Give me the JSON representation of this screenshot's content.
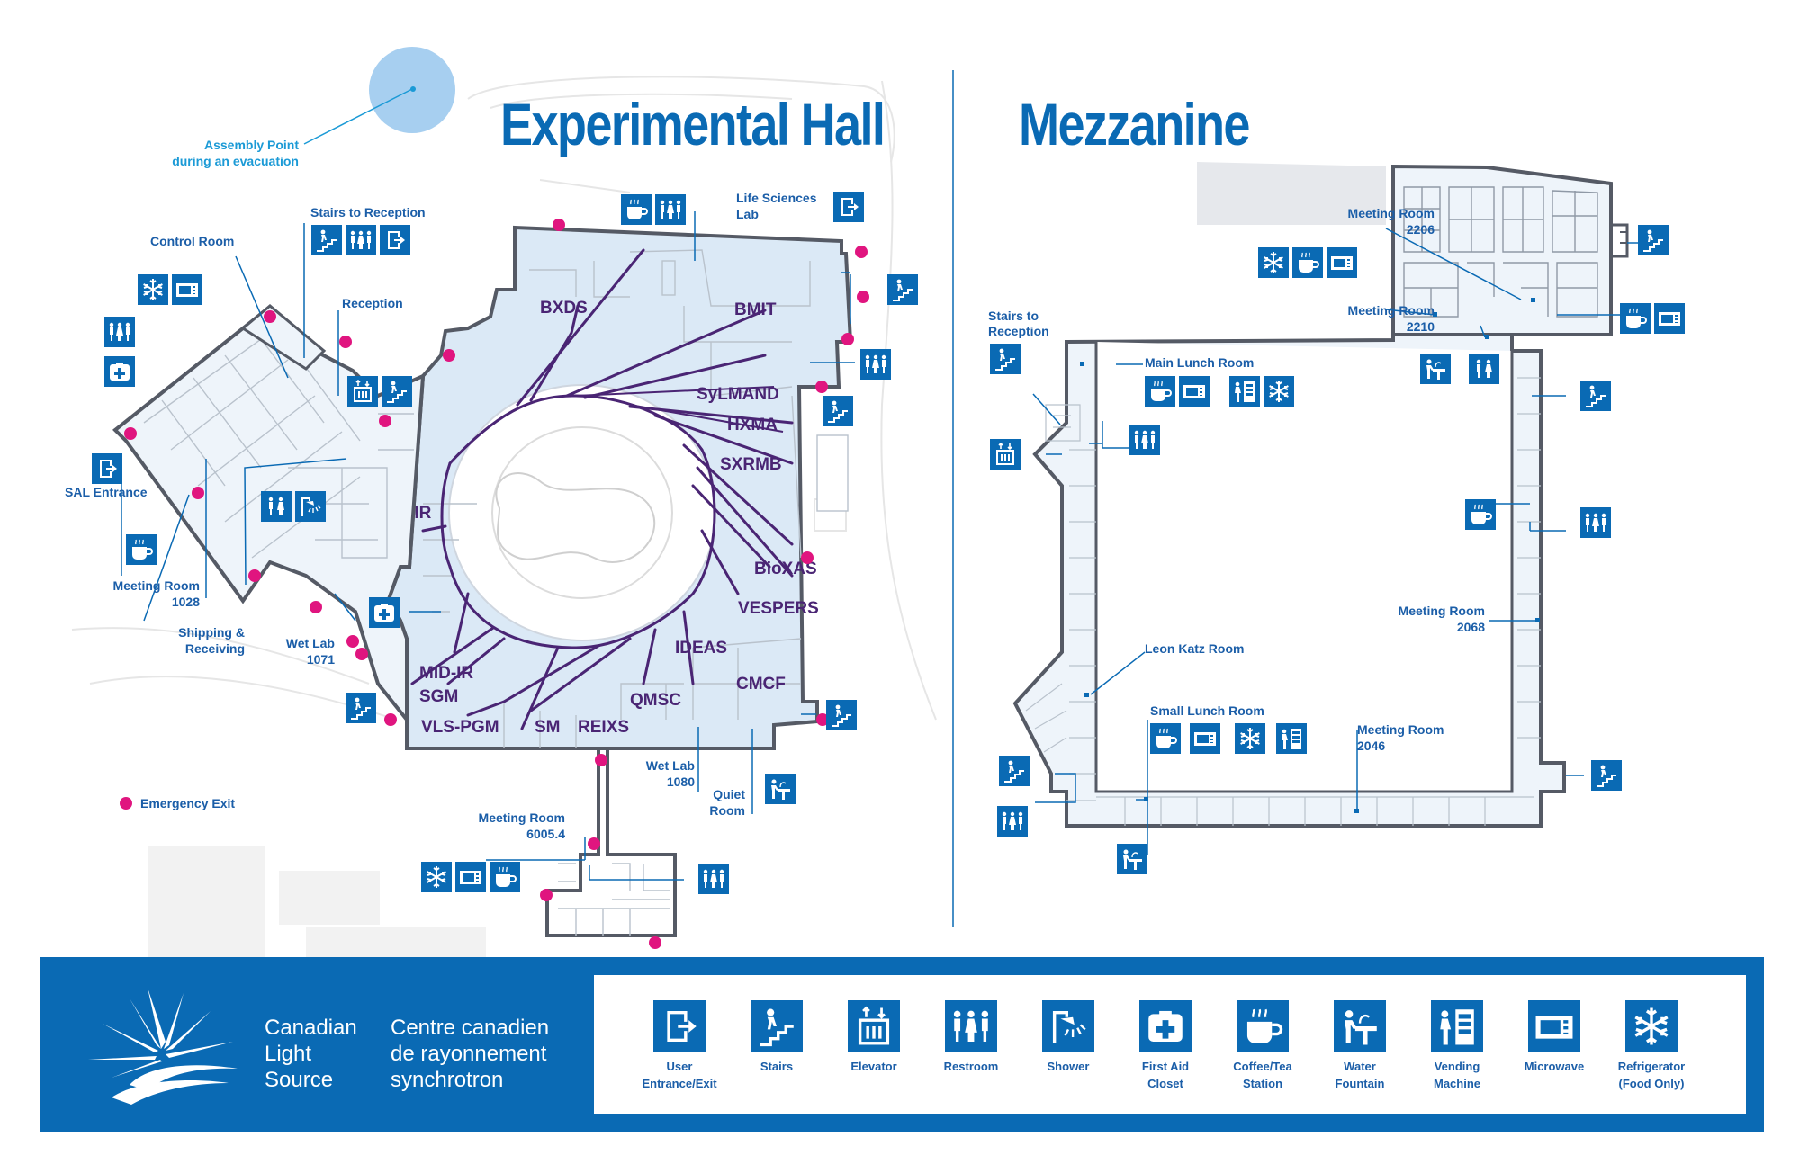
{
  "titles": {
    "hall": "Experimental Hall",
    "mezzanine": "Mezzanine"
  },
  "assembly": {
    "line1": "Assembly Point",
    "line2": "during an evacuation"
  },
  "hall_labels": {
    "stairs_to_reception": "Stairs to Reception",
    "control_room": "Control Room",
    "reception": "Reception",
    "life_sciences_1": "Life Sciences",
    "life_sciences_2": "Lab",
    "sal_entrance": "SAL Entrance",
    "meeting_1028_a": "Meeting Room",
    "meeting_1028_b": "1028",
    "shipping_a": "Shipping &",
    "shipping_b": "Receiving",
    "wet_1071_a": "Wet Lab",
    "wet_1071_b": "1071",
    "wet_1080_a": "Wet Lab",
    "wet_1080_b": "1080",
    "quiet_a": "Quiet",
    "quiet_b": "Room",
    "meeting_6005_a": "Meeting Room",
    "meeting_6005_b": "6005.4",
    "emergency_exit": "Emergency Exit"
  },
  "beamlines": {
    "bxds": "BXDS",
    "bmit": "BMIT",
    "sylmand": "SyLMAND",
    "hxma": "HXMA",
    "sxrmb": "SXRMB",
    "far_ir": "FAR-IR",
    "bioxas": "BioXAS",
    "vespers": "VESPERS",
    "ideas": "IDEAS",
    "cmcf": "CMCF",
    "mid_ir": "MID-IR",
    "sgm": "SGM",
    "vls_pgm": "VLS-PGM",
    "sm": "SM",
    "reixs": "REIXS",
    "qmsc": "QMSC"
  },
  "mezz_labels": {
    "meeting_2206_a": "Meeting Room",
    "meeting_2206_b": "2206",
    "meeting_2210_a": "Meeting Room",
    "meeting_2210_b": "2210",
    "stairs_a": "Stairs to",
    "stairs_b": "Reception",
    "main_lunch": "Main Lunch Room",
    "leon_katz": "Leon Katz Room",
    "small_lunch": "Small Lunch Room",
    "meeting_2068_a": "Meeting Room",
    "meeting_2068_b": "2068",
    "meeting_2046_a": "Meeting Room",
    "meeting_2046_b": "2046"
  },
  "brand": {
    "en": [
      "Canadian",
      "Light",
      "Source"
    ],
    "fr": [
      "Centre canadien",
      "de rayonnement",
      "synchrotron"
    ]
  },
  "legend": [
    {
      "icon": "exit",
      "line1": "User",
      "line2": "Entrance/Exit"
    },
    {
      "icon": "stairs",
      "line1": "Stairs",
      "line2": ""
    },
    {
      "icon": "elevator",
      "line1": "Elevator",
      "line2": ""
    },
    {
      "icon": "restroom",
      "line1": "Restroom",
      "line2": ""
    },
    {
      "icon": "shower",
      "line1": "Shower",
      "line2": ""
    },
    {
      "icon": "firstaid",
      "line1": "First Aid",
      "line2": "Closet"
    },
    {
      "icon": "coffee",
      "line1": "Coffee/Tea",
      "line2": "Station"
    },
    {
      "icon": "fountain",
      "line1": "Water",
      "line2": "Fountain"
    },
    {
      "icon": "vending",
      "line1": "Vending",
      "line2": "Machine"
    },
    {
      "icon": "microwave",
      "line1": "Microwave",
      "line2": ""
    },
    {
      "icon": "fridge",
      "line1": "Refrigerator",
      "line2": "(Food Only)"
    }
  ],
  "colors": {
    "brand_blue": "#0a6ab4",
    "floor": "#dbe9f6",
    "beamline": "#4a2574",
    "exit_dot": "#e0157f",
    "assembly": "#a7cff0"
  }
}
